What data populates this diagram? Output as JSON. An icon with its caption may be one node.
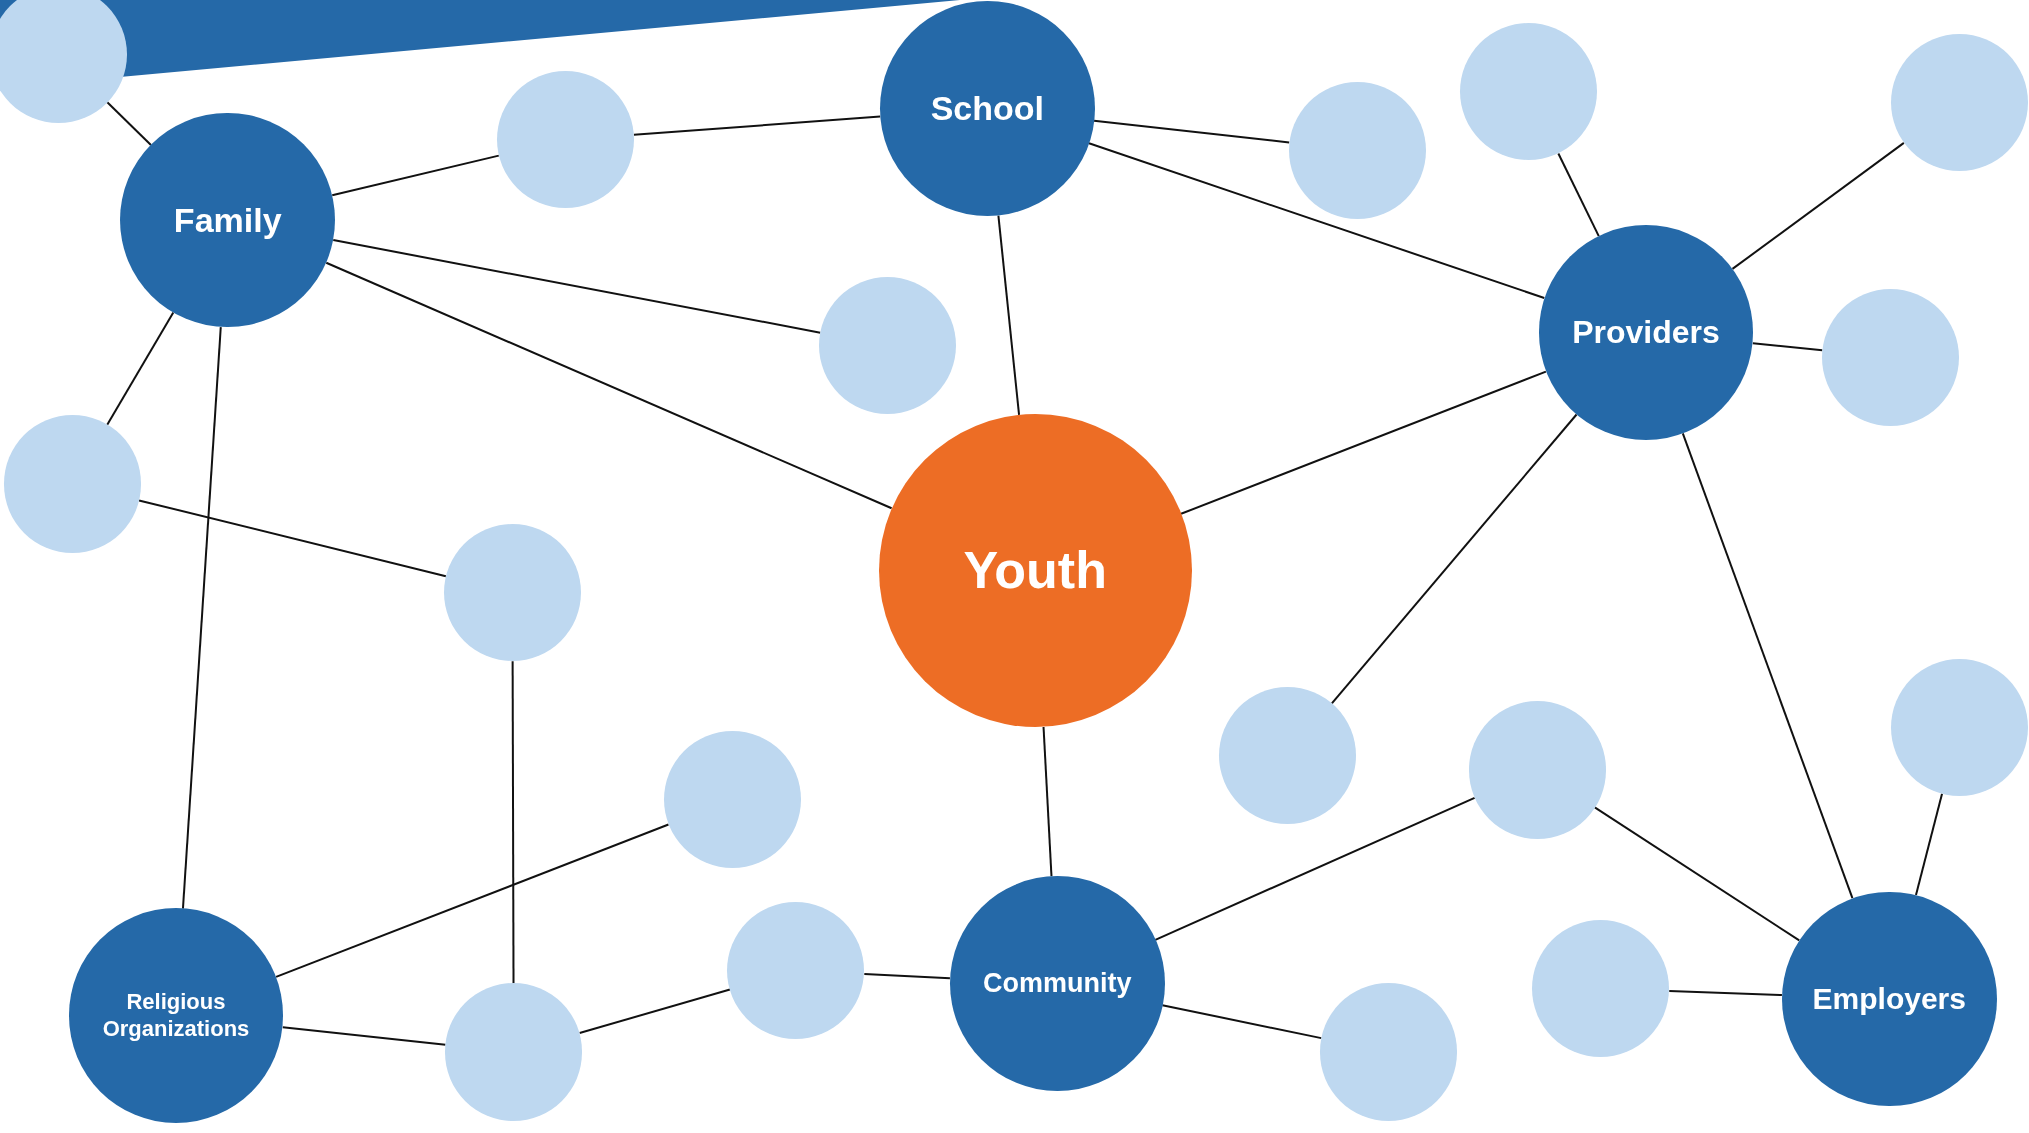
{
  "diagram": {
    "nodes": [
      {
        "text": [],
        "shape": "circle"
      },
      {
        "text": [],
        "shape": "circle"
      },
      {
        "text": [],
        "shape": "circle"
      },
      {
        "text": [
          "School"
        ]
      },
      {
        "text": [],
        "shape": "circle"
      },
      {
        "text": [],
        "shape": "circle"
      },
      {
        "text": [
          "Family"
        ]
      },
      {
        "text": [
          "Providers"
        ]
      },
      {
        "text": [],
        "shape": "circle"
      },
      {
        "text": [],
        "shape": "circle"
      },
      {
        "text": [],
        "shape": "circle"
      },
      {
        "text": [
          "Youth"
        ]
      },
      {
        "text": [],
        "shape": "circle"
      },
      {
        "text": [],
        "shape": "circle"
      },
      {
        "text": [],
        "shape": "circle"
      },
      {
        "text": [],
        "shape": "circle"
      },
      {
        "text": [],
        "shape": "circle"
      },
      {
        "text": [],
        "shape": "circle"
      },
      {
        "text": [
          "Community"
        ]
      },
      {
        "text": [],
        "shape": "circle"
      },
      {
        "text": [
          "Employers"
        ]
      },
      {
        "text": [
          "Religious Organizations"
        ]
      },
      {
        "text": [],
        "shape": "circle"
      },
      {
        "text": [],
        "shape": "circle"
      }
    ],
    "edges": [
      {
        "from": 0,
        "to": 6,
        "arrow": "none"
      },
      {
        "from": 6,
        "to": 4,
        "arrow": "none"
      },
      {
        "from": 4,
        "to": 3,
        "arrow": "none"
      },
      {
        "from": 3,
        "to": 5,
        "arrow": "none"
      },
      {
        "from": 3,
        "to": 7,
        "arrow": "none"
      },
      {
        "from": 3,
        "to": 11,
        "arrow": "none"
      },
      {
        "from": 6,
        "to": 8,
        "arrow": "none"
      },
      {
        "from": 6,
        "to": 11,
        "arrow": "none"
      },
      {
        "from": 6,
        "to": 10,
        "arrow": "none"
      },
      {
        "from": 6,
        "to": 21,
        "arrow": "none"
      },
      {
        "from": 10,
        "to": 12,
        "arrow": "none"
      },
      {
        "from": 12,
        "to": 22,
        "arrow": "none"
      },
      {
        "from": 21,
        "to": 16,
        "arrow": "none"
      },
      {
        "from": 21,
        "to": 22,
        "arrow": "none"
      },
      {
        "from": 22,
        "to": 17,
        "arrow": "none"
      },
      {
        "from": 17,
        "to": 18,
        "arrow": "none"
      },
      {
        "from": 11,
        "to": 18,
        "arrow": "none"
      },
      {
        "from": 18,
        "to": 15,
        "arrow": "none"
      },
      {
        "from": 18,
        "to": 23,
        "arrow": "none"
      },
      {
        "from": 11,
        "to": 7,
        "arrow": "none"
      },
      {
        "from": 7,
        "to": 14,
        "arrow": "none"
      },
      {
        "from": 7,
        "to": 1,
        "arrow": "none"
      },
      {
        "from": 7,
        "to": 2,
        "arrow": "none"
      },
      {
        "from": 7,
        "to": 9,
        "arrow": "none"
      },
      {
        "from": 7,
        "to": 20,
        "arrow": "none"
      },
      {
        "from": 15,
        "to": 20,
        "arrow": "none"
      },
      {
        "from": 19,
        "to": 20,
        "arrow": "none"
      },
      {
        "from": 13,
        "to": 20,
        "arrow": "none"
      }
    ]
  }
}
